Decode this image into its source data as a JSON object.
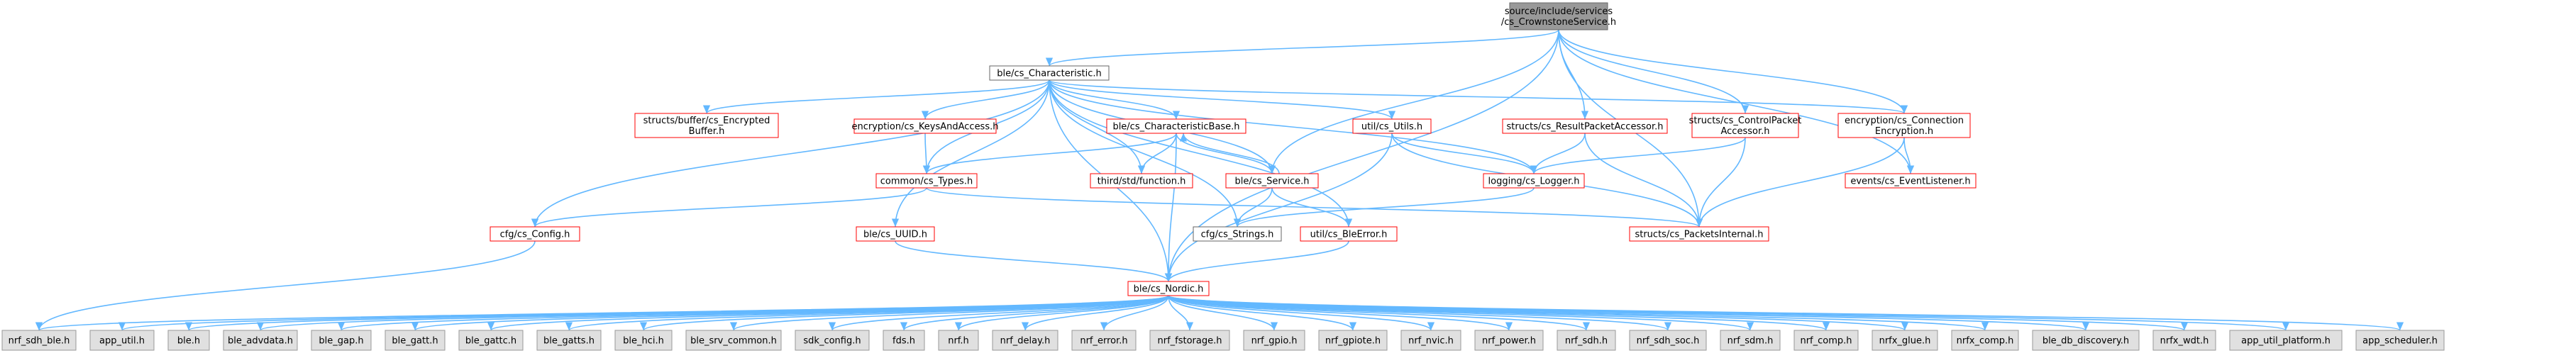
{
  "colors": {
    "root_fill": "#999999",
    "root_stroke": "#666666",
    "white_fill": "#ffffff",
    "white_stroke": "#666666",
    "red_fill": "#ffffff",
    "red_stroke": "#ff0000",
    "gray_fill": "#e0e0e0",
    "gray_stroke": "#999999",
    "edge": "#63b8ff"
  },
  "graph": {
    "nodes": [
      {
        "id": "root",
        "lines": [
          "source/include/services",
          "/cs_CrownstoneService.h"
        ],
        "style": "root"
      },
      {
        "id": "characteristic",
        "lines": [
          "ble/cs_Characteristic.h"
        ],
        "style": "white"
      },
      {
        "id": "encbuf",
        "lines": [
          "structs/buffer/cs_Encrypted",
          "Buffer.h"
        ],
        "style": "red"
      },
      {
        "id": "keys",
        "lines": [
          "encryption/cs_KeysAndAccess.h"
        ],
        "style": "red"
      },
      {
        "id": "charbase",
        "lines": [
          "ble/cs_CharacteristicBase.h"
        ],
        "style": "red"
      },
      {
        "id": "utils",
        "lines": [
          "util/cs_Utils.h"
        ],
        "style": "red"
      },
      {
        "id": "resultpacket",
        "lines": [
          "structs/cs_ResultPacketAccessor.h"
        ],
        "style": "red"
      },
      {
        "id": "controlpacket",
        "lines": [
          "structs/cs_ControlPacket",
          "Accessor.h"
        ],
        "style": "red"
      },
      {
        "id": "connenc",
        "lines": [
          "encryption/cs_Connection",
          "Encryption.h"
        ],
        "style": "red"
      },
      {
        "id": "types",
        "lines": [
          "common/cs_Types.h"
        ],
        "style": "red"
      },
      {
        "id": "function",
        "lines": [
          "third/std/function.h"
        ],
        "style": "red"
      },
      {
        "id": "service",
        "lines": [
          "ble/cs_Service.h"
        ],
        "style": "red"
      },
      {
        "id": "logger",
        "lines": [
          "logging/cs_Logger.h"
        ],
        "style": "red"
      },
      {
        "id": "eventlistener",
        "lines": [
          "events/cs_EventListener.h"
        ],
        "style": "red"
      },
      {
        "id": "config",
        "lines": [
          "cfg/cs_Config.h"
        ],
        "style": "red"
      },
      {
        "id": "uuid",
        "lines": [
          "ble/cs_UUID.h"
        ],
        "style": "red"
      },
      {
        "id": "strings",
        "lines": [
          "cfg/cs_Strings.h"
        ],
        "style": "white"
      },
      {
        "id": "bleerror",
        "lines": [
          "util/cs_BleError.h"
        ],
        "style": "red"
      },
      {
        "id": "packetsinternal",
        "lines": [
          "structs/cs_PacketsInternal.h"
        ],
        "style": "red"
      },
      {
        "id": "nordic",
        "lines": [
          "ble/cs_Nordic.h"
        ],
        "style": "red"
      },
      {
        "id": "nrf_sdh_ble",
        "lines": [
          "nrf_sdh_ble.h"
        ],
        "style": "gray"
      },
      {
        "id": "app_util",
        "lines": [
          "app_util.h"
        ],
        "style": "gray"
      },
      {
        "id": "ble",
        "lines": [
          "ble.h"
        ],
        "style": "gray"
      },
      {
        "id": "ble_advdata",
        "lines": [
          "ble_advdata.h"
        ],
        "style": "gray"
      },
      {
        "id": "ble_gap",
        "lines": [
          "ble_gap.h"
        ],
        "style": "gray"
      },
      {
        "id": "ble_gatt",
        "lines": [
          "ble_gatt.h"
        ],
        "style": "gray"
      },
      {
        "id": "ble_gattc",
        "lines": [
          "ble_gattc.h"
        ],
        "style": "gray"
      },
      {
        "id": "ble_gatts",
        "lines": [
          "ble_gatts.h"
        ],
        "style": "gray"
      },
      {
        "id": "ble_hci",
        "lines": [
          "ble_hci.h"
        ],
        "style": "gray"
      },
      {
        "id": "ble_srv_common",
        "lines": [
          "ble_srv_common.h"
        ],
        "style": "gray"
      },
      {
        "id": "sdk_config",
        "lines": [
          "sdk_config.h"
        ],
        "style": "gray"
      },
      {
        "id": "fds",
        "lines": [
          "fds.h"
        ],
        "style": "gray"
      },
      {
        "id": "nrf",
        "lines": [
          "nrf.h"
        ],
        "style": "gray"
      },
      {
        "id": "nrf_delay",
        "lines": [
          "nrf_delay.h"
        ],
        "style": "gray"
      },
      {
        "id": "nrf_error",
        "lines": [
          "nrf_error.h"
        ],
        "style": "gray"
      },
      {
        "id": "nrf_fstorage",
        "lines": [
          "nrf_fstorage.h"
        ],
        "style": "gray"
      },
      {
        "id": "nrf_gpio",
        "lines": [
          "nrf_gpio.h"
        ],
        "style": "gray"
      },
      {
        "id": "nrf_gpiote",
        "lines": [
          "nrf_gpiote.h"
        ],
        "style": "gray"
      },
      {
        "id": "nrf_nvic",
        "lines": [
          "nrf_nvic.h"
        ],
        "style": "gray"
      },
      {
        "id": "nrf_power",
        "lines": [
          "nrf_power.h"
        ],
        "style": "gray"
      },
      {
        "id": "nrf_sdh",
        "lines": [
          "nrf_sdh.h"
        ],
        "style": "gray"
      },
      {
        "id": "nrf_sdh_soc",
        "lines": [
          "nrf_sdh_soc.h"
        ],
        "style": "gray"
      },
      {
        "id": "nrf_sdm",
        "lines": [
          "nrf_sdm.h"
        ],
        "style": "gray"
      },
      {
        "id": "nrf_comp",
        "lines": [
          "nrf_comp.h"
        ],
        "style": "gray"
      },
      {
        "id": "nrfx_glue",
        "lines": [
          "nrfx_glue.h"
        ],
        "style": "gray"
      },
      {
        "id": "nrfx_comp",
        "lines": [
          "nrfx_comp.h"
        ],
        "style": "gray"
      },
      {
        "id": "ble_db_discovery",
        "lines": [
          "ble_db_discovery.h"
        ],
        "style": "gray"
      },
      {
        "id": "nrfx_wdt",
        "lines": [
          "nrfx_wdt.h"
        ],
        "style": "gray"
      },
      {
        "id": "app_util_platform",
        "lines": [
          "app_util_platform.h"
        ],
        "style": "gray"
      },
      {
        "id": "app_scheduler",
        "lines": [
          "app_scheduler.h"
        ],
        "style": "gray"
      }
    ],
    "edges": [
      [
        "root",
        "characteristic"
      ],
      [
        "root",
        "nordic"
      ],
      [
        "root",
        "service"
      ],
      [
        "root",
        "resultpacket"
      ],
      [
        "root",
        "controlpacket"
      ],
      [
        "root",
        "connenc"
      ],
      [
        "root",
        "eventlistener"
      ],
      [
        "root",
        "packetsinternal"
      ],
      [
        "characteristic",
        "encbuf"
      ],
      [
        "characteristic",
        "keys"
      ],
      [
        "characteristic",
        "charbase"
      ],
      [
        "characteristic",
        "utils"
      ],
      [
        "characteristic",
        "types"
      ],
      [
        "characteristic",
        "function"
      ],
      [
        "characteristic",
        "service"
      ],
      [
        "characteristic",
        "logger"
      ],
      [
        "characteristic",
        "connenc"
      ],
      [
        "characteristic",
        "config"
      ],
      [
        "characteristic",
        "uuid"
      ],
      [
        "characteristic",
        "strings"
      ],
      [
        "characteristic",
        "bleerror"
      ],
      [
        "characteristic",
        "nordic"
      ],
      [
        "keys",
        "types"
      ],
      [
        "charbase",
        "types"
      ],
      [
        "charbase",
        "function"
      ],
      [
        "charbase",
        "service"
      ],
      [
        "charbase",
        "nordic"
      ],
      [
        "service",
        "charbase"
      ],
      [
        "service",
        "strings"
      ],
      [
        "service",
        "bleerror"
      ],
      [
        "utils",
        "logger"
      ],
      [
        "utils",
        "packetsinternal"
      ],
      [
        "utils",
        "nordic"
      ],
      [
        "resultpacket",
        "logger"
      ],
      [
        "resultpacket",
        "packetsinternal"
      ],
      [
        "controlpacket",
        "logger"
      ],
      [
        "controlpacket",
        "packetsinternal"
      ],
      [
        "connenc",
        "eventlistener"
      ],
      [
        "connenc",
        "packetsinternal"
      ],
      [
        "types",
        "config"
      ],
      [
        "types",
        "packetsinternal"
      ],
      [
        "logger",
        "strings"
      ],
      [
        "config",
        "nrf_sdh_ble"
      ],
      [
        "uuid",
        "nordic"
      ],
      [
        "bleerror",
        "nordic"
      ],
      [
        "nordic",
        "nrf_sdh_ble"
      ],
      [
        "nordic",
        "app_util"
      ],
      [
        "nordic",
        "ble"
      ],
      [
        "nordic",
        "ble_advdata"
      ],
      [
        "nordic",
        "ble_gap"
      ],
      [
        "nordic",
        "ble_gatt"
      ],
      [
        "nordic",
        "ble_gattc"
      ],
      [
        "nordic",
        "ble_gatts"
      ],
      [
        "nordic",
        "ble_hci"
      ],
      [
        "nordic",
        "ble_srv_common"
      ],
      [
        "nordic",
        "sdk_config"
      ],
      [
        "nordic",
        "fds"
      ],
      [
        "nordic",
        "nrf"
      ],
      [
        "nordic",
        "nrf_delay"
      ],
      [
        "nordic",
        "nrf_error"
      ],
      [
        "nordic",
        "nrf_fstorage"
      ],
      [
        "nordic",
        "nrf_gpio"
      ],
      [
        "nordic",
        "nrf_gpiote"
      ],
      [
        "nordic",
        "nrf_nvic"
      ],
      [
        "nordic",
        "nrf_power"
      ],
      [
        "nordic",
        "nrf_sdh"
      ],
      [
        "nordic",
        "nrf_sdh_soc"
      ],
      [
        "nordic",
        "nrf_sdm"
      ],
      [
        "nordic",
        "nrf_comp"
      ],
      [
        "nordic",
        "nrfx_glue"
      ],
      [
        "nordic",
        "nrfx_comp"
      ],
      [
        "nordic",
        "ble_db_discovery"
      ],
      [
        "nordic",
        "nrfx_wdt"
      ],
      [
        "nordic",
        "app_util_platform"
      ],
      [
        "nordic",
        "app_scheduler"
      ]
    ]
  }
}
